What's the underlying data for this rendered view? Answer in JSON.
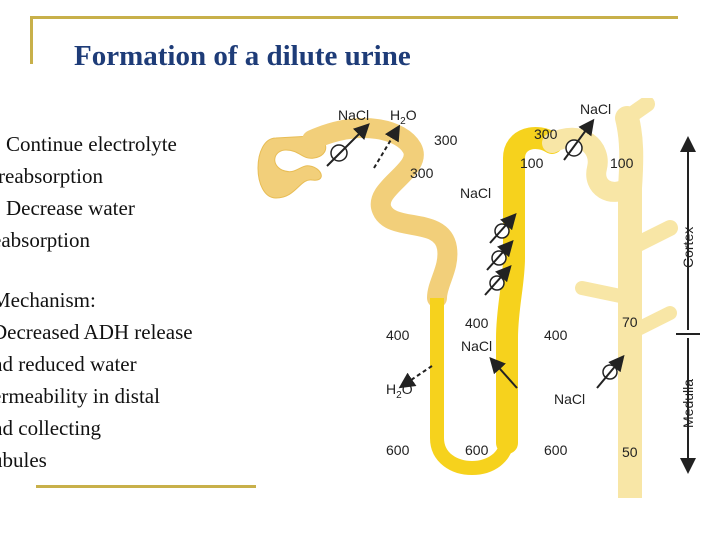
{
  "title": "Formation of a dilute urine",
  "bullets": [
    "Continue electrolyte",
    "reabsorption",
    "Decrease water",
    "eabsorption"
  ],
  "mechanism": [
    "Mechanism:",
    "Decreased ADH release",
    "nd reduced water",
    "ermeability in distal",
    "nd collecting",
    "ubules"
  ],
  "diagram": {
    "nacl": "NaCl",
    "h2o": "H",
    "h2o_sub": "2",
    "h2o_end": "O",
    "osm_300": "300",
    "osm_100": "100",
    "osm_400": "400",
    "osm_600": "600",
    "osm_70": "70",
    "osm_50": "50",
    "cortex": "Cortex",
    "medulla": "Medulla"
  },
  "colors": {
    "title": "#1e3c78",
    "frame": "#c8b04a",
    "tubule_outer": "#f2cf7a",
    "tubule_inner": "#fbe9b8",
    "thick_limb": "#f6d21d",
    "duct": "#f8e6a6"
  }
}
